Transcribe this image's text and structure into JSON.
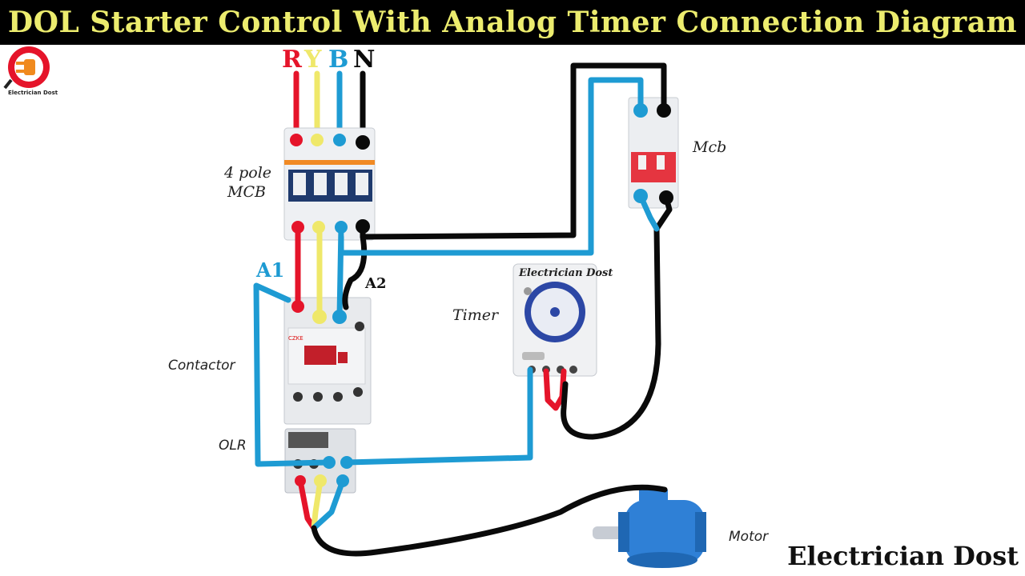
{
  "title": "DOL Starter Control With Analog Timer Connection Diagram",
  "logo": {
    "icon": "plug-logo-icon",
    "text": "Electrician Dost"
  },
  "phases": {
    "r": "R",
    "y": "Y",
    "b": "B",
    "n": "N"
  },
  "labels": {
    "mcb4": "4 pole",
    "mcb4b": "MCB",
    "mcb": "Mcb",
    "a1": "A1",
    "a2": "A2",
    "contactor": "Contactor",
    "olr": "OLR",
    "timer": "Timer",
    "timer_brand": "Electrician Dost",
    "motor": "Motor",
    "contactor_brand": "CZKE"
  },
  "brand": "Electrician Dost",
  "colors": {
    "red": "#e5142a",
    "yellow": "#efe86a",
    "blue": "#1e9bd3",
    "black": "#0a0a0a",
    "title_bg": "#000000",
    "title_text": "#ecec6e",
    "label_blue": "#1d9ad2"
  }
}
